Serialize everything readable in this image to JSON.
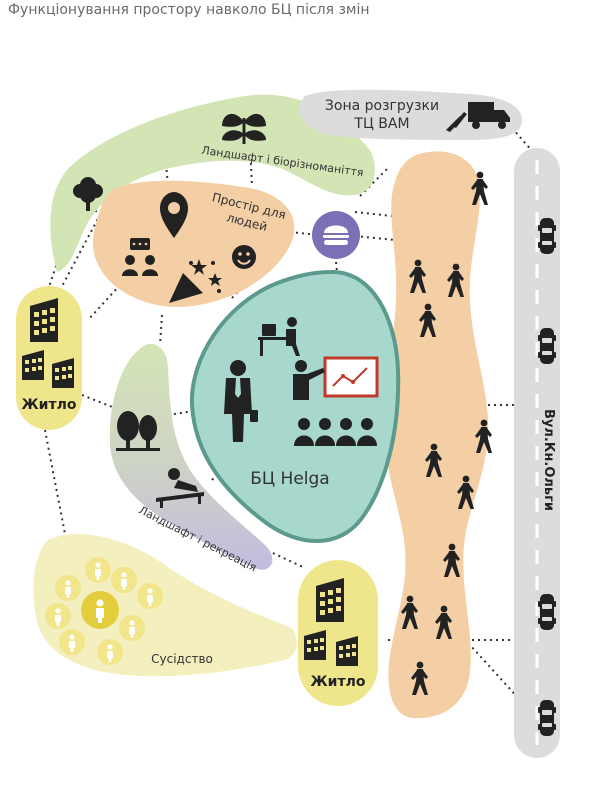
{
  "title": "Функціонування простору навколо БЦ після змін",
  "zones": {
    "unloading": {
      "line1": "Зона розгрузки",
      "line2": "ТЦ ВАМ"
    },
    "landscape_bio": "Ландшафт і біорізноманіття",
    "people_space": {
      "line1": "Простір для",
      "line2": "людей"
    },
    "business_center": "БЦ Helga",
    "landscape_recreation": "Ландшафт і рекреація",
    "housing_left": "Житло",
    "housing_bottom": "Житло",
    "neighborhood": "Сусідство",
    "street": "Вул.Кн.Ольги"
  },
  "colors": {
    "green_zone": "#d4e5b5",
    "orange_zone": "#f4cfa5",
    "teal_zone": "#a8d7cd",
    "teal_stroke": "#5d9a8e",
    "yellow_zone": "#efe68b",
    "neighborhood_zone": "#f3efbe",
    "grey_zone": "#dcdcdc",
    "purple_icon": "#7d6fb5",
    "chart_red": "#c0392b"
  },
  "icons": [
    "leaf-icon",
    "tree-icon",
    "location-pin-icon",
    "chat-people-icon",
    "party-popper-icon",
    "smiley-icon",
    "burger-icon",
    "worker-at-desk-icon",
    "businessman-icon",
    "presentation-icon",
    "audience-icon",
    "trees-icon",
    "relaxing-person-icon",
    "building-icon",
    "truck-icon",
    "pedestrian-icon",
    "car-icon",
    "person-circle-icon"
  ]
}
